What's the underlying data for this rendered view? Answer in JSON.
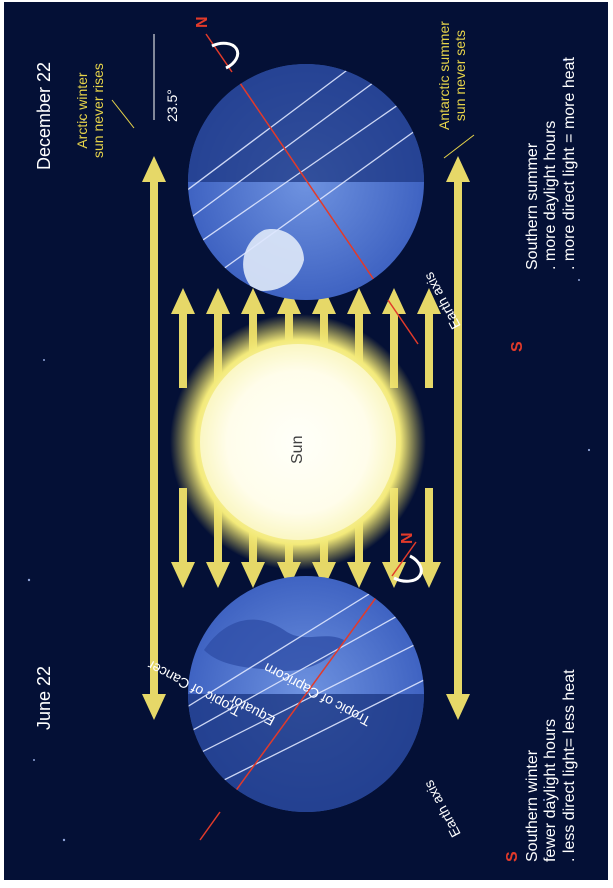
{
  "dates": {
    "left": "June 22",
    "right": "December 22"
  },
  "sun_label": "Sun",
  "angle_label": "23.5°",
  "axis_label": "Earth axis",
  "poles": {
    "north": "N",
    "south": "S"
  },
  "lines": {
    "cancer": "Tropic of Cancer",
    "equator": "Equator",
    "capricorn": "Tropic of Capricorn"
  },
  "arctic": {
    "line1": "Arctic winter",
    "line2": "sun never rises"
  },
  "antarctic": {
    "line1": "Antarctic summer",
    "line2": "sun never sets"
  },
  "southern_winter": {
    "title": "Southern winter",
    "line1": "fewer daylight hours",
    "line2": ". less direct light= less heat"
  },
  "southern_summer": {
    "title": "Southern summer",
    "line1": ". more daylight hours",
    "line2": ". more direct light = more heat"
  },
  "colors": {
    "background": "#041036",
    "light_rays": "#e6d868",
    "earth_lit": "#4a72d0",
    "earth_dark": "#1c3580",
    "axis": "#e23a2a",
    "label_yellow": "#e7d44a"
  }
}
